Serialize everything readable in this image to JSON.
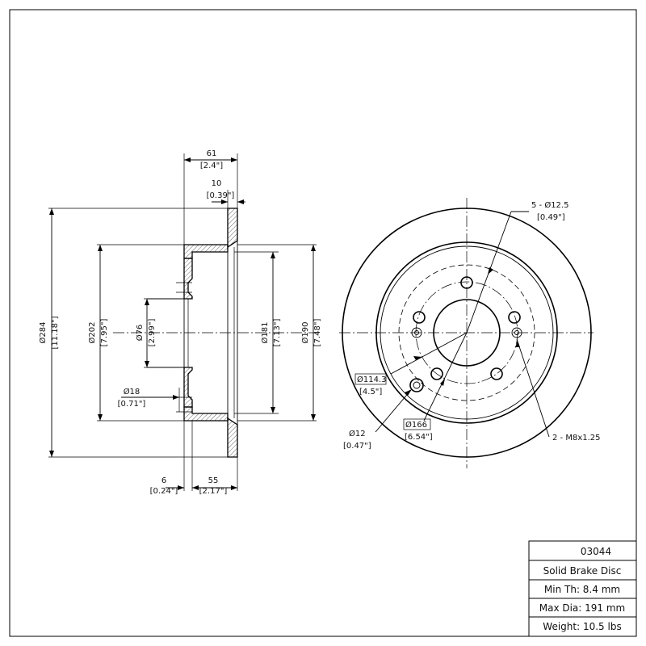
{
  "title_block": {
    "part_number": "03044",
    "description": "Solid Brake Disc",
    "min_thickness": "Min Th: 8.4 mm",
    "max_diameter": "Max Dia: 191 mm",
    "weight": "Weight: 10.5 lbs"
  },
  "side_view": {
    "overall_height": {
      "value": "61",
      "inch": "[2.4\"]"
    },
    "rotor_thickness": {
      "value": "10",
      "inch": "[0.39\"]"
    },
    "outer_diameter": {
      "value": "Ø284",
      "inch": "[11.18\"]"
    },
    "hat_diameter": {
      "value": "Ø202",
      "inch": "[7.95\"]"
    },
    "center_bore": {
      "value": "Ø76",
      "inch": "[2.99\"]"
    },
    "drum_inner": {
      "value": "Ø181",
      "inch": "[7.13\"]"
    },
    "drum_outer": {
      "value": "Ø190",
      "inch": "[7.48\"]"
    },
    "pin_hole": {
      "value": "Ø18",
      "inch": "[0.71\"]"
    },
    "hat_thickness": {
      "value": "6",
      "inch": "[0.24\"]"
    },
    "hat_depth": {
      "value": "55",
      "inch": "[2.17\"]"
    }
  },
  "front_view": {
    "lug_holes": {
      "value": "5 - Ø12.5",
      "inch": "[0.49\"]"
    },
    "bolt_circle": {
      "value": "Ø114.3",
      "inch": "[4.5\"]"
    },
    "pilot_hole": {
      "value": "Ø12",
      "inch": "[0.47\"]"
    },
    "inner_circle": {
      "value": "Ø166",
      "inch": "[6.54\"]"
    },
    "thread": {
      "value": "2 - M8x1.25"
    }
  }
}
